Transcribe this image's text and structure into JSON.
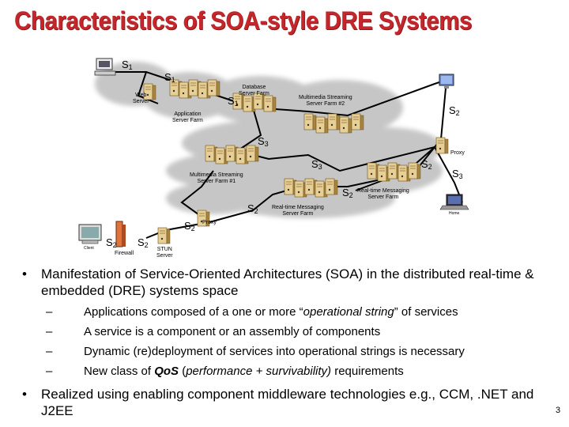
{
  "slide": {
    "title": "Characteristics of SOA-style DRE Systems",
    "page_number": "3"
  },
  "diagram": {
    "labels": {
      "web_server": "Web\nServer",
      "app_farm": "Application\nServer Farm",
      "db_farm": "Database\nServer Farm",
      "mm_farm2": "Multimedia Streaming\nServer Farm #2",
      "mm_farm1": "Multimedia Streaming\nServer Farm #1",
      "rt_farm_right": "Real-time Messaging\nServer Farm",
      "rt_farm_mid": "Real-time Messaging\nServer Farm",
      "proxy_right": "Proxy",
      "proxy_left": "Proxy",
      "firewall": "Firewall",
      "stun": "STUN\nServer",
      "client": "Client",
      "home": "Home"
    },
    "s_labels": {
      "s1_a": "S",
      "s1_a_sub": "1",
      "s1_b": "S",
      "s1_b_sub": "1",
      "s1_c": "S",
      "s1_c_sub": "1",
      "s2_a": "S",
      "s2_a_sub": "2",
      "s2_b": "S",
      "s2_b_sub": "2",
      "s2_c": "S",
      "s2_c_sub": "2",
      "s2_d": "S",
      "s2_d_sub": "2",
      "s2_e": "S",
      "s2_e_sub": "2",
      "s2_f": "S",
      "s2_f_sub": "2",
      "s2_g": "S",
      "s2_g_sub": "2",
      "s3_a": "S",
      "s3_a_sub": "3",
      "s3_b": "S",
      "s3_b_sub": "3",
      "s3_c": "S",
      "s3_c_sub": "3"
    }
  },
  "bullets": [
    {
      "text": "Manifestation of Service-Oriented Architectures (SOA) in the distributed real-time & embedded (DRE) systems space",
      "sub": [
        {
          "pre": "Applications composed of a one or more “",
          "em": "operational string",
          "post": "” of services"
        },
        {
          "text": "A service is a component or an assembly of components"
        },
        {
          "text": "Dynamic (re)deployment of services into operational strings is necessary"
        },
        {
          "pre": "New class of ",
          "strong": "QoS",
          "mid": " (",
          "em": "performance + survivability)",
          "post": " requirements"
        }
      ]
    },
    {
      "text": "Realized using enabling component middleware technologies e.g., CCM, .NET and J2EE"
    }
  ],
  "bullet_symbol": "•",
  "dash_symbol": "–",
  "colors": {
    "title": "#c3272b",
    "cloud": "#c8c8c8",
    "server": "#d9b873",
    "link": "#000000"
  }
}
